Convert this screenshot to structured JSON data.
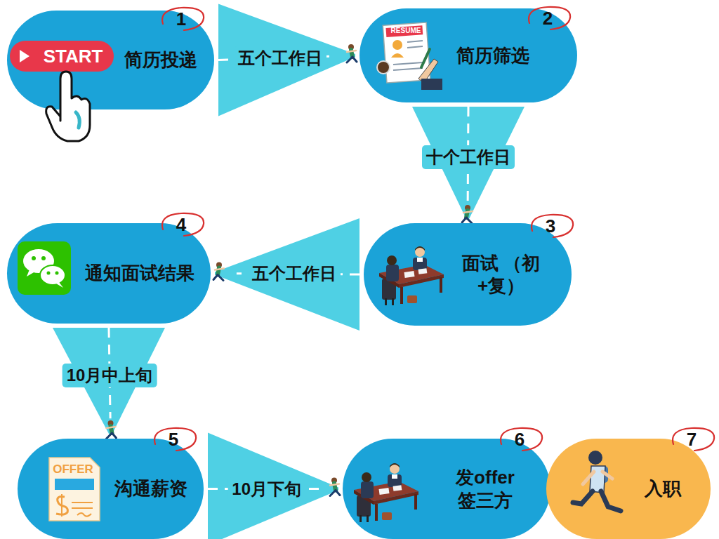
{
  "diagram": {
    "nodes": [
      {
        "text": [
          "简历投递"
        ]
      },
      {
        "text": [
          "简历筛选"
        ]
      },
      {
        "text": [
          "面试 （初+复）"
        ]
      },
      {
        "text": [
          "通知面试结果"
        ]
      },
      {
        "text": [
          "沟通薪资"
        ]
      },
      {
        "text": [
          "发offer 签三方"
        ]
      },
      {
        "text": [
          "入职"
        ]
      }
    ],
    "edges": [
      {
        "from": 0,
        "to": 1,
        "arrow": "to",
        "label": "五个工作日"
      },
      {
        "from": 1,
        "to": 2,
        "arrow": "to",
        "label": "十个工作日"
      },
      {
        "from": 2,
        "to": 3,
        "arrow": "to",
        "label": "五个工作日"
      },
      {
        "from": 3,
        "to": 4,
        "arrow": "to",
        "label": "10月中上旬"
      },
      {
        "from": 4,
        "to": 5,
        "arrow": "to",
        "label": "10月下旬"
      }
    ],
    "labels": [
      "1",
      "START",
      "2",
      "RESUME",
      "3",
      "4",
      "5",
      "OFFER",
      "6",
      "7"
    ]
  }
}
